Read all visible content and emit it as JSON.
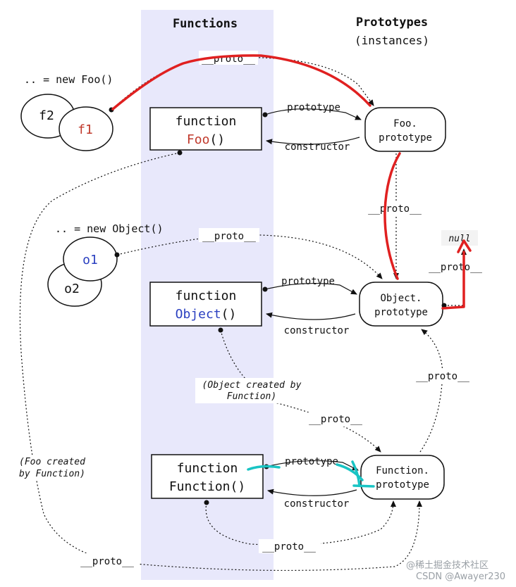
{
  "headers": {
    "functions": "Functions",
    "prototypes": "Prototypes",
    "instances": "(instances)"
  },
  "captions": {
    "new_foo": ".. = new Foo()",
    "new_object": ".. = new Object()"
  },
  "instances": {
    "f1": "f1",
    "f2": "f2",
    "o1": "o1",
    "o2": "o2"
  },
  "functions": {
    "foo": {
      "keyword": "function",
      "name": "Foo",
      "parens": "()"
    },
    "object": {
      "keyword": "function",
      "name": "Object",
      "parens": "()"
    },
    "function": {
      "keyword": "function",
      "name": "Function()"
    }
  },
  "prototypes": {
    "foo": [
      "Foo.",
      "prototype"
    ],
    "object": [
      "Object.",
      "prototype"
    ],
    "function": [
      "Function.",
      "prototype"
    ]
  },
  "edge_labels": {
    "proto": "__proto__",
    "prototype": "prototype",
    "constructor": "constructor",
    "null": "null"
  },
  "notes": {
    "object_created": [
      "(Object created by",
      "Function)"
    ],
    "foo_created": [
      "(Foo created",
      "by Function)"
    ]
  },
  "watermark": [
    "@稀土掘金技术社区",
    "CSDN @Awayer230"
  ],
  "colors": {
    "column": "#e8e8fb",
    "annotation_red": "#e02020",
    "annotation_cyan": "#19c4c4",
    "foo_name": "#c0392b",
    "object_name": "#2a3fc0"
  }
}
